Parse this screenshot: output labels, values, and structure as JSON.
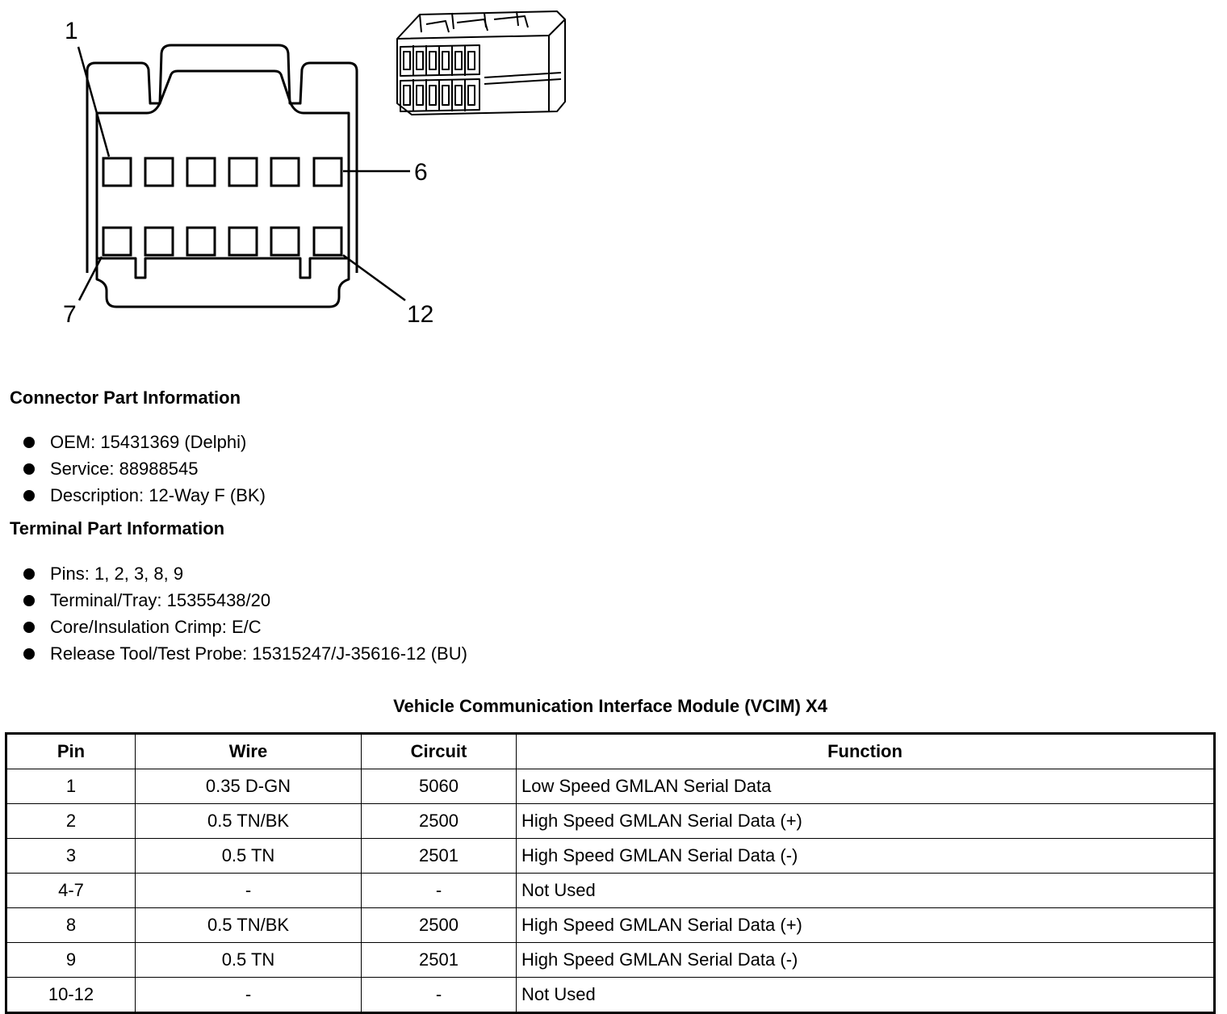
{
  "diagram": {
    "callouts": {
      "pin_first_top": "1",
      "pin_last_top": "6",
      "pin_first_bottom": "7",
      "pin_last_bottom": "12"
    }
  },
  "connector_info": {
    "title": "Connector Part Information",
    "items": [
      "OEM: 15431369 (Delphi)",
      "Service: 88988545",
      "Description: 12-Way F (BK)"
    ]
  },
  "terminal_info": {
    "title": "Terminal Part Information",
    "items": [
      "Pins: 1, 2, 3, 8, 9",
      "Terminal/Tray: 15355438/20",
      "Core/Insulation Crimp: E/C",
      "Release Tool/Test Probe: 15315247/J-35616-12 (BU)"
    ]
  },
  "table": {
    "title": "Vehicle Communication Interface Module (VCIM) X4",
    "headers": [
      "Pin",
      "Wire",
      "Circuit",
      "Function"
    ],
    "rows": [
      [
        "1",
        "0.35 D-GN",
        "5060",
        "Low Speed GMLAN Serial Data"
      ],
      [
        "2",
        "0.5 TN/BK",
        "2500",
        "High Speed GMLAN Serial Data (+)"
      ],
      [
        "3",
        "0.5 TN",
        "2501",
        "High Speed GMLAN Serial Data (-)"
      ],
      [
        "4-7",
        "-",
        "-",
        "Not Used"
      ],
      [
        "8",
        "0.5 TN/BK",
        "2500",
        "High Speed GMLAN Serial Data (+)"
      ],
      [
        "9",
        "0.5 TN",
        "2501",
        "High Speed GMLAN Serial Data (-)"
      ],
      [
        "10-12",
        "-",
        "-",
        "Not Used"
      ]
    ]
  }
}
